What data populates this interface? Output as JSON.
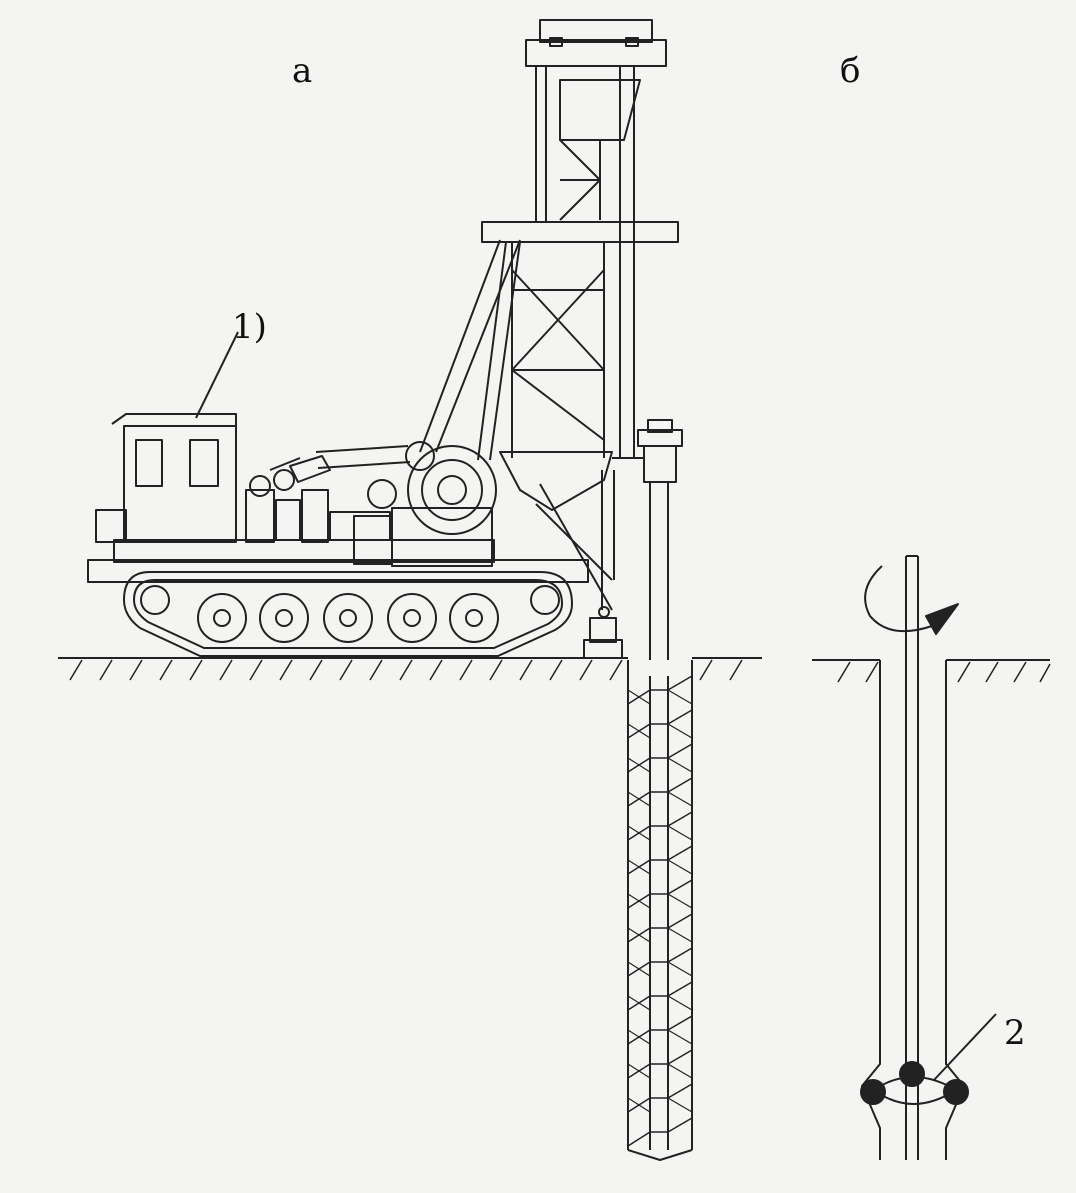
{
  "labels": {
    "panel_a": "а",
    "panel_b": "б",
    "callout_1": "1)",
    "callout_2": "2"
  }
}
